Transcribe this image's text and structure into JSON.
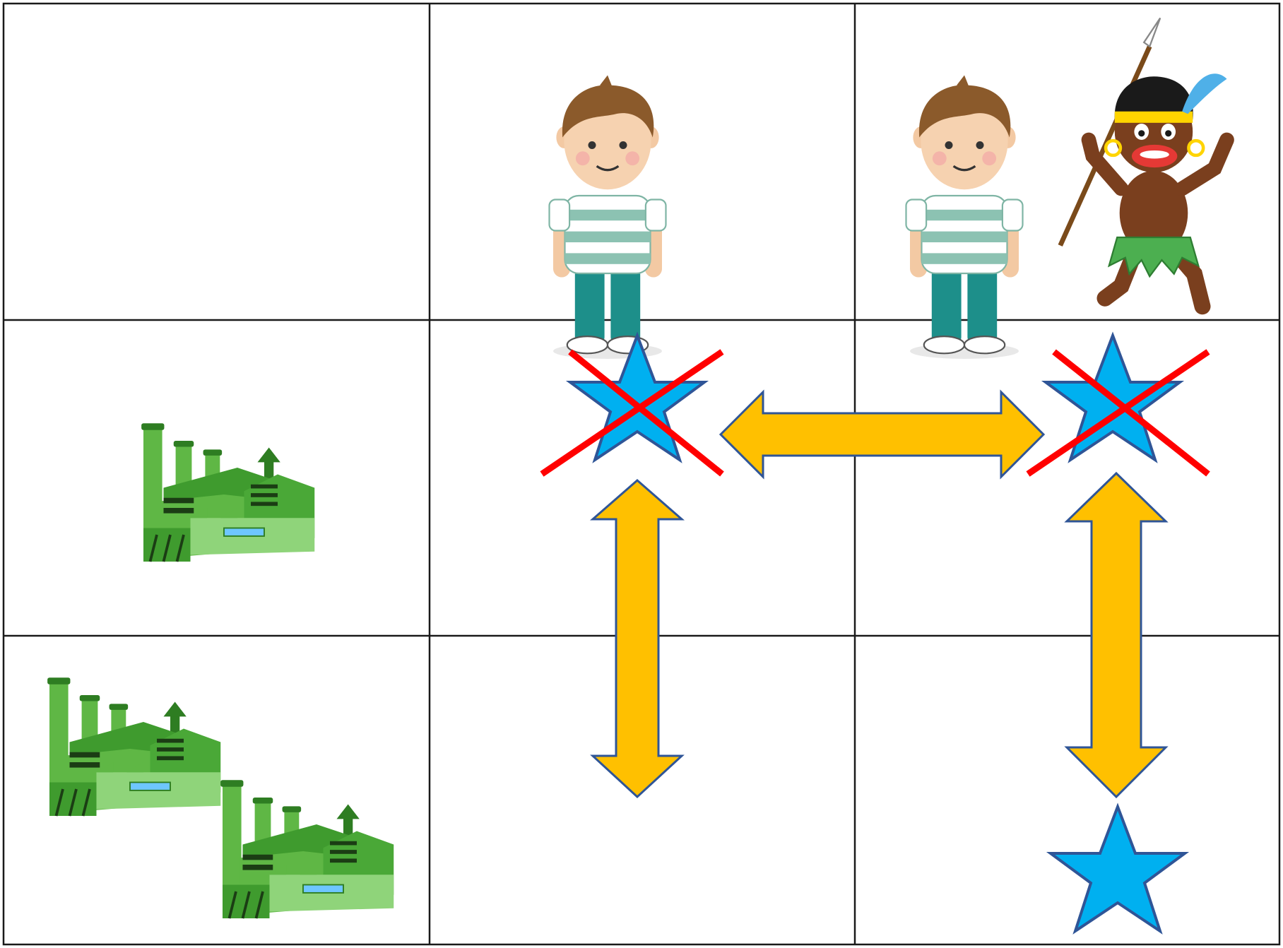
{
  "colors": {
    "grid": "#1a1a1a",
    "star_fill": "#00b0f0",
    "star_stroke": "#2f5597",
    "arrow_fill": "#ffc000",
    "arrow_stroke": "#2f5597",
    "cross": "#ff0000",
    "factory_green": "#5fb745",
    "factory_dark": "#2e7d22",
    "factory_light": "#8fd47a",
    "window_blue": "#6ec6ff"
  },
  "grid": {
    "rows": 3,
    "cols": 3
  },
  "cells": [
    {
      "row": 0,
      "col": 0,
      "contents": []
    },
    {
      "row": 0,
      "col": 1,
      "contents": [
        "boy-figure"
      ]
    },
    {
      "row": 0,
      "col": 2,
      "contents": [
        "boy-figure",
        "tribal-warrior-figure"
      ]
    },
    {
      "row": 1,
      "col": 0,
      "contents": [
        "factory-icon"
      ]
    },
    {
      "row": 1,
      "col": 1,
      "contents": [
        "star-icon-crossed"
      ]
    },
    {
      "row": 1,
      "col": 2,
      "contents": [
        "star-icon-crossed"
      ]
    },
    {
      "row": 2,
      "col": 0,
      "contents": [
        "factory-icon",
        "factory-icon"
      ]
    },
    {
      "row": 2,
      "col": 1,
      "contents": []
    },
    {
      "row": 2,
      "col": 2,
      "contents": [
        "star-icon"
      ]
    }
  ],
  "arrows": [
    {
      "from": "cell-1-1",
      "to": "cell-1-2",
      "type": "double-headed-horizontal"
    },
    {
      "from": "cell-1-1",
      "to": "cell-2-1",
      "type": "double-headed-vertical"
    },
    {
      "from": "cell-1-2",
      "to": "cell-2-2",
      "type": "double-headed-vertical"
    }
  ]
}
